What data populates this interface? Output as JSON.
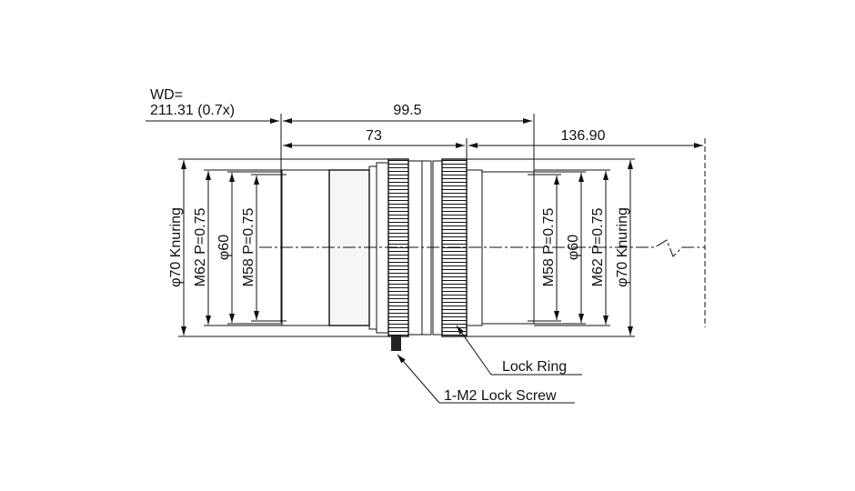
{
  "drawing": {
    "wd_label": "WD=",
    "wd_value": "211.31 (0.7x)",
    "dim_overall": "99.5",
    "dim_body": "73",
    "dim_rear": "136.90",
    "left_dims": [
      "φ70 Knuring",
      "M62 P=0.75",
      "φ60",
      "M58 P=0.75"
    ],
    "right_dims": [
      "M58 P=0.75",
      "φ60",
      "M62 P=0.75",
      "φ70 Knuring"
    ],
    "callouts": {
      "lock_ring": "Lock Ring",
      "lock_screw": "1-M2 Lock Screw"
    },
    "colors": {
      "line": "#111111",
      "body_fill": "#ececec"
    }
  }
}
